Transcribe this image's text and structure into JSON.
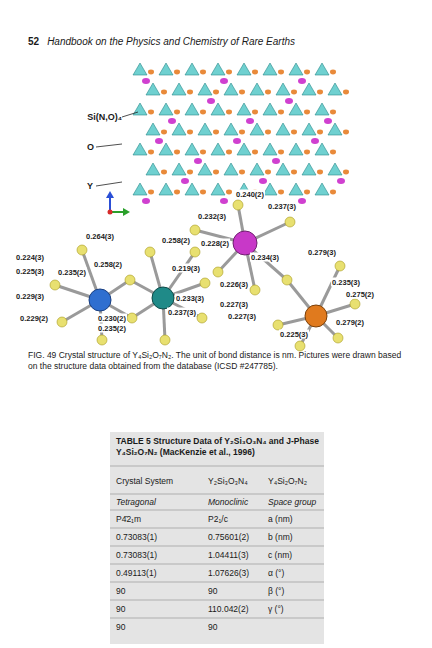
{
  "diagram": {
    "caption": "FIG. 49 Crystal structure of Y₄Si₂O₇N₂. The unit of bond distance is nm. Pictures were drawn based on the structure data obtained from the database (ICSD #247785).",
    "labels": [
      "52",
      "Handbook on the Physics and Chemistry of Rare Earths",
      "Si(N,O)₄",
      "O",
      "Y",
      "0.240(2)",
      "0.237(3)",
      "0.232(3)",
      "0.264(3)",
      "0.258(2)",
      "0.228(2)",
      "0.234(3)",
      "0.279(3)",
      "0.224(3)",
      "0.258(2)",
      "0.219(3)",
      "0.225(3)",
      "0.235(2)",
      "0.226(3)",
      "0.235(3)",
      "0.275(2)",
      "0.229(3)",
      "0.230(2)",
      "0.233(3)",
      "0.227(3)",
      "0.227(3)",
      "0.229(2)",
      "0.235(2)",
      "0.237(3)",
      "0.279(2)",
      "0.225(3)",
      "TABLE 5 Structure Data of Y₂Si₃O₃N₄ and J-Phase Y₄Si₂O₇N₂ (MacKenzie et al., 1996)",
      "Crystal System",
      "Y₂Si₃O₃N₄",
      "Y₄Si₂O₇N₂",
      "Tetragonal",
      "Monoclinic",
      "Space group",
      "P4̄2₁m",
      "P2₁/c",
      "a (nm)",
      "0.73083(1)",
      "0.75601(2)",
      "b (nm)",
      "0.73083(1)",
      "1.04411(3)",
      "c (nm)",
      "0.49113(1)",
      "1.07626(3)",
      "α (°)",
      "90",
      "90",
      "β (°)",
      "90",
      "110.042(2)",
      "γ (°)",
      "90",
      "90"
    ]
  }
}
